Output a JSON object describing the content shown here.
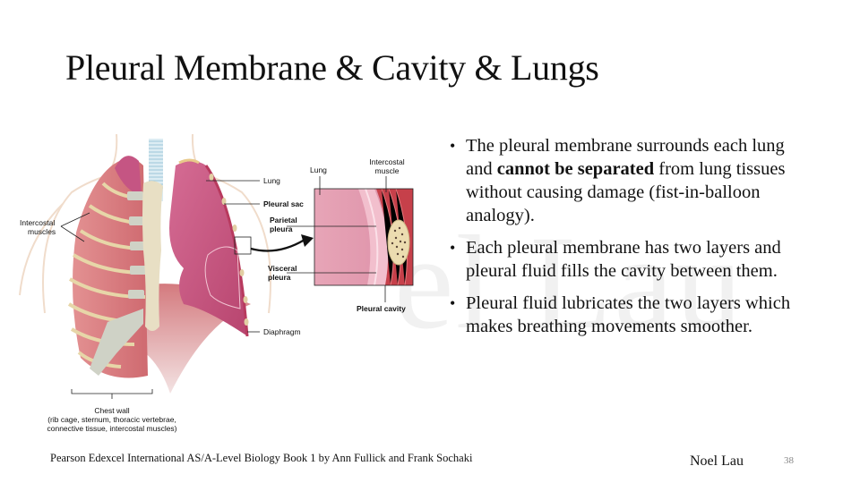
{
  "slide": {
    "title": "Pleural Membrane & Cavity & Lungs",
    "watermark": "el Lau",
    "page_number": "38",
    "author": "Noel Lau",
    "source": "Pearson Edexcel International AS/A-Level Biology Book 1 by Ann Fullick and Frank Sochaki"
  },
  "bullets": [
    {
      "before": "The pleural membrane surrounds each lung and ",
      "bold": "cannot be separated",
      "after": " from lung tissues without causing damage (fist-in-balloon analogy)."
    },
    {
      "text": "Each pleural membrane has two layers and pleural fluid fills the cavity between them."
    },
    {
      "text": "Pleural fluid lubricates the two layers which makes breathing movements smoother."
    }
  ],
  "figure": {
    "labels": {
      "intercostal_muscles_line1": "Intercostal",
      "intercostal_muscles_line2": "muscles",
      "lung": "Lung",
      "pleural_sac": "Pleural sac",
      "parietal_pleura_line1": "Parietal",
      "parietal_pleura_line2": "pleura",
      "visceral_pleura_line1": "Visceral",
      "visceral_pleura_line2": "pleura",
      "diaphragm": "Diaphragm",
      "inset_lung": "Lung",
      "inset_intercostal_line1": "Intercostal",
      "inset_intercostal_line2": "muscle",
      "pleural_cavity": "Pleural cavity",
      "chest_wall_line1": "Chest wall",
      "chest_wall_line2": "(rib cage, sternum, thoracic vertebrae,",
      "chest_wall_line3": "connective tissue, intercostal muscles)"
    }
  },
  "colors": {
    "lung_pink": "#c9557e",
    "muscle_red": "#d9787a",
    "rib_bone": "#d8d4c0",
    "trachea_blue": "#a9cfe0",
    "sternum": "#e6dcc0",
    "watermark": "#f1f1f1"
  }
}
